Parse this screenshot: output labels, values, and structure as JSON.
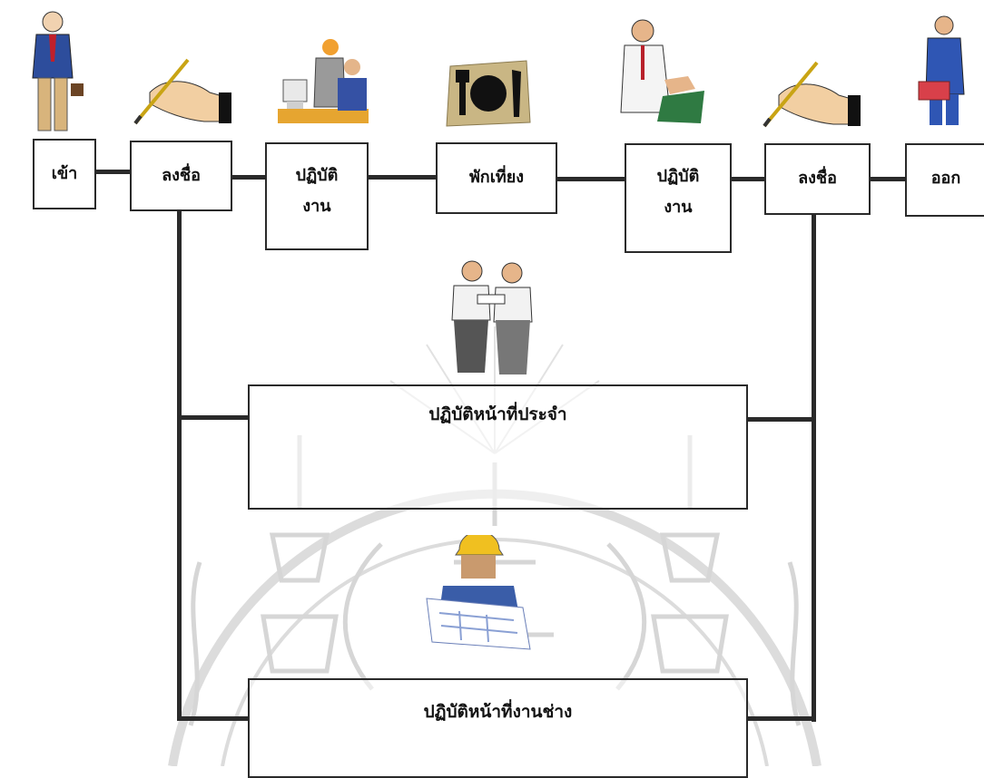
{
  "steps": [
    {
      "id": "in",
      "lines": [
        "เข้า"
      ]
    },
    {
      "id": "sign1",
      "lines": [
        "ลงชื่อ"
      ]
    },
    {
      "id": "work1",
      "lines": [
        "ปฏิบัติ",
        "งาน"
      ]
    },
    {
      "id": "lunch",
      "lines": [
        "พักเที่ยง"
      ]
    },
    {
      "id": "work2",
      "lines": [
        "ปฏิบัติ",
        "งาน"
      ]
    },
    {
      "id": "sign2",
      "lines": [
        "ลงชื่อ"
      ]
    },
    {
      "id": "out",
      "lines": [
        "ออก"
      ]
    }
  ],
  "duties": {
    "routine": "ปฏิบัติหน้าที่ประจำ",
    "technical": "ปฏิบัติหน้าที่งานช่าง"
  },
  "icons": [
    "standing-man-suitcase-icon",
    "hand-writing-pen-icon",
    "office-computer-workers-icon",
    "fork-plate-knife-icon",
    "man-writing-desk-icon",
    "hand-writing-pen-icon",
    "man-briefcase-icon",
    "two-men-discussing-icon",
    "engineer-blueprint-icon"
  ],
  "colors": {
    "line": "#2a2a2a",
    "watermark": "#d8d8d8"
  }
}
